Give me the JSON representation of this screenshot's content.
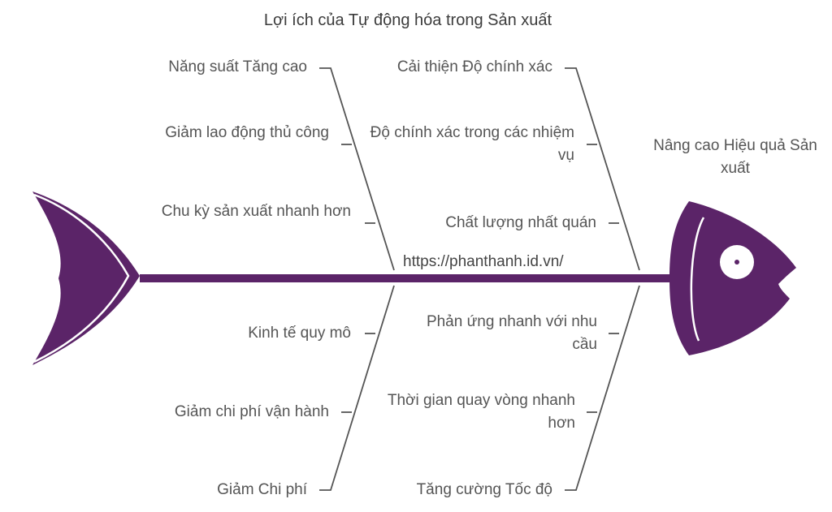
{
  "title": "Lợi ích của Tự động hóa trong Sản xuất",
  "head_label": "Nâng cao Hiệu quả Sản xuất",
  "watermark": "https://phanthanh.id.vn/",
  "colors": {
    "fish": "#5b2468",
    "text": "#555555",
    "line": "#555555"
  },
  "bones": {
    "upper_left": {
      "label": "Năng suất Tăng cao",
      "causes": [
        "Giảm lao động thủ công",
        "Chu kỳ sản xuất nhanh hơn"
      ]
    },
    "upper_right": {
      "label": "Cải thiện Độ chính xác",
      "causes": [
        "Độ chính xác trong các nhiệm vụ",
        "Chất lượng nhất quán"
      ]
    },
    "lower_left": {
      "label": "Giảm Chi phí",
      "causes": [
        "Kinh tế quy mô",
        "Giảm chi phí vận hành"
      ]
    },
    "lower_right": {
      "label": "Tăng cường Tốc độ",
      "causes": [
        "Phản ứng nhanh với nhu cầu",
        "Thời gian quay vòng nhanh hơn"
      ]
    }
  }
}
